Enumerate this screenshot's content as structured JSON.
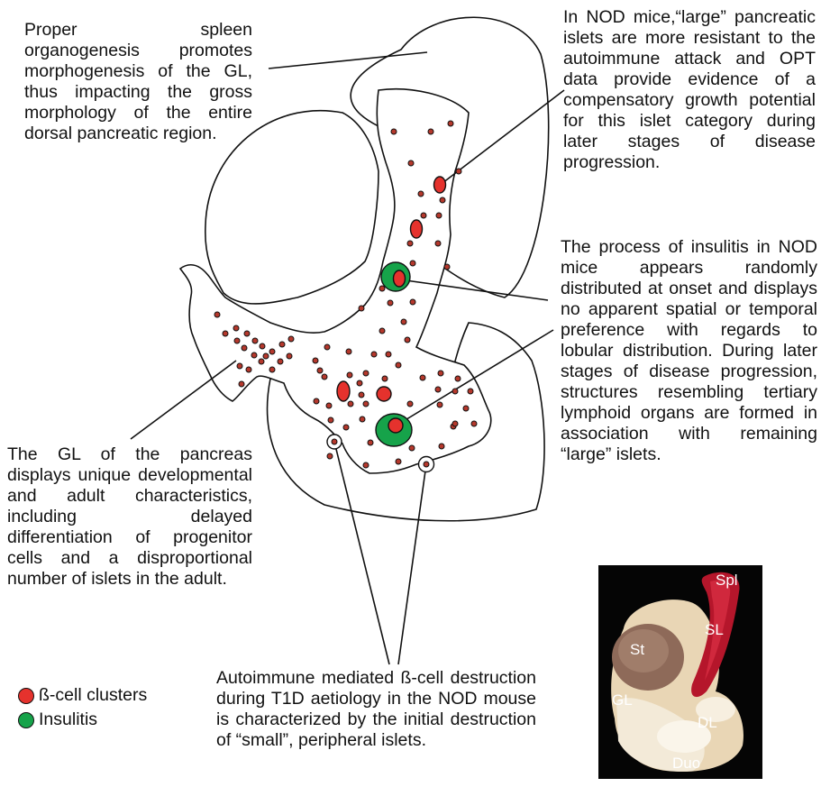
{
  "annotations": {
    "spleen": "Proper spleen organogenesis promotes morphogenesis of the GL, thus impacting the gross morphology of the entire dorsal pancreatic region.",
    "large_islets": "In NOD mice,“large” pancreatic islets are more resistant to the autoimmune attack and OPT data provide evidence of a compensatory growth potential for this islet category during later stages of disease progression.",
    "insulitis": "The process of insulitis in NOD mice appears randomly distributed at onset and displays no apparent spatial or temporal preference with regards to lobular distribution. During later stages of disease progression, structures resembling tertiary lymphoid organs are formed in association with remaining “large” islets.",
    "gl": "The GL of the pancreas displays unique developmental and adult characteristics, including delayed differentiation of progenitor cells and a disproportional number of islets in the adult.",
    "autoimmune": "Autoimmune mediated ß-cell destruction during T1D aetiology in the NOD mouse is characterized by the initial destruction of “small”, peripheral islets."
  },
  "legend": [
    {
      "label": "ß-cell clusters",
      "color": "#e5322d"
    },
    {
      "label": "Insulitis",
      "color": "#16a34a"
    }
  ],
  "photo": {
    "labels": {
      "spl": "Spl",
      "sl": "SL",
      "st": "St",
      "gl": "GL",
      "dl": "DL",
      "duo": "Duo"
    }
  },
  "colors": {
    "beta": "#e5322d",
    "insulitis": "#16a34a",
    "small_islet": "#b5382c",
    "outline": "#111111"
  }
}
